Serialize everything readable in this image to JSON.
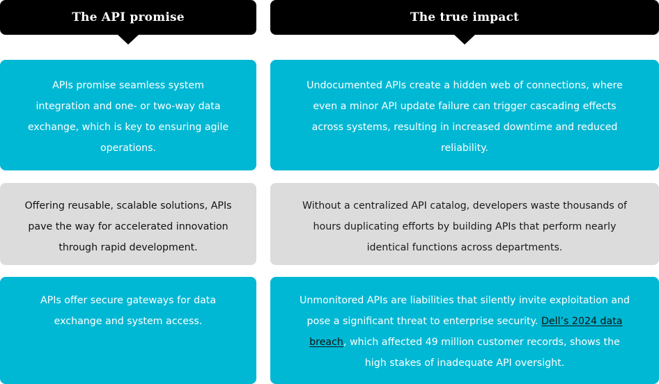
{
  "headers": {
    "left": "The API promise",
    "right": "The true impact"
  },
  "rows": [
    {
      "promise": "APIs promise seamless system integration and one- or two-way data exchange, which is key to ensuring agile operations.",
      "impact": "Undocumented APIs create a hidden web of connections, where even a minor API update failure can trigger cascading effects across systems, resulting in increased downtime and reduced reliability."
    },
    {
      "promise": "Offering reusable, scalable solutions, APIs pave the way for accelerated innovation through rapid development.",
      "impact": "Without a centralized API catalog, developers waste thousands of hours duplicating efforts by building APIs that perform nearly identical functions across departments."
    },
    {
      "promise": "APIs offer secure gateways for data exchange and system access.",
      "impact_before": "Unmonitored APIs are liabilities that silently invite exploitation and pose a significant threat to enterprise security. ",
      "impact_link": "Dell’s 2024 data breach",
      "impact_after": ", which affected 49 million customer records, shows the high stakes of inadequate API oversight."
    }
  ],
  "colors": {
    "header_bg": "#000000",
    "blue_card": "#00b8d4",
    "gray_card": "#dcdcdc"
  }
}
